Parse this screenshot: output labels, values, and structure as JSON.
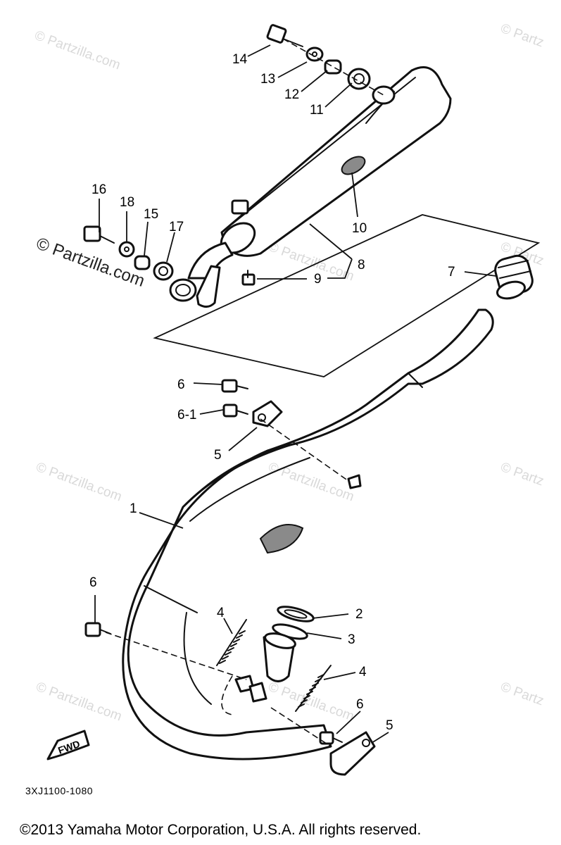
{
  "labels": {
    "l14": "14",
    "l13": "13",
    "l12": "12",
    "l11": "11",
    "l16": "16",
    "l18": "18",
    "l15": "15",
    "l17": "17",
    "l10": "10",
    "l8": "8",
    "l9": "9",
    "l7": "7",
    "l6a": "6",
    "l6_1": "6-1",
    "l5a": "5",
    "l1": "1",
    "l6b": "6",
    "l2": "2",
    "l3": "3",
    "l4a": "4",
    "l4b": "4",
    "l6c": "6",
    "l5b": "5"
  },
  "fwd": "FWD",
  "diagram_code": "3XJ1100-1080",
  "watermark": "© Partzilla.com",
  "watermark_short": "© Partz",
  "copyright": "©2013  Yamaha Motor Corporation, U.S.A. All rights reserved."
}
